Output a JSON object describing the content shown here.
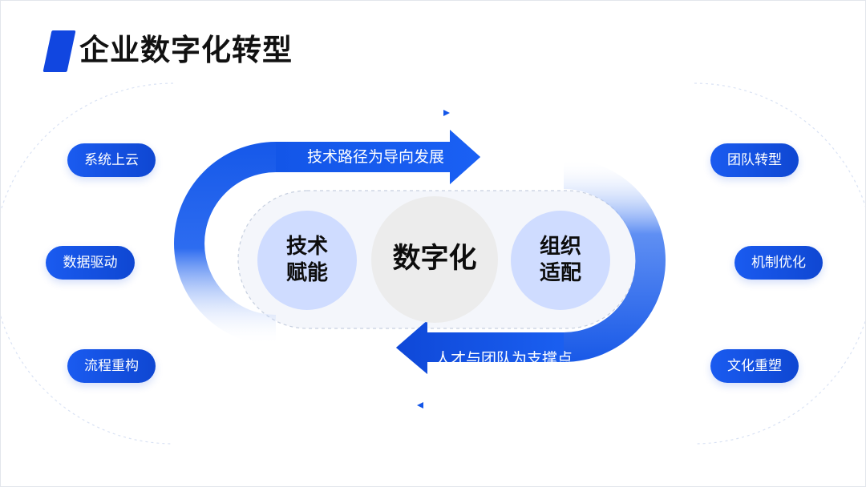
{
  "title": "企业数字化转型",
  "center": {
    "core": "数字化",
    "left_circle": [
      "技术",
      "赋能"
    ],
    "right_circle": [
      "组织",
      "适配"
    ]
  },
  "bands": {
    "top": "技术路径为导向发展",
    "bottom": "人才与团队为支撑点"
  },
  "left_items": [
    "系统上云",
    "数据驱动",
    "流程重构"
  ],
  "right_items": [
    "团队转型",
    "机制优化",
    "文化重塑"
  ],
  "colors": {
    "accent": "#1146e0",
    "band_blue": "#1356e8",
    "circle_light": "#cfdcff",
    "circle_gray": "#ececec"
  }
}
